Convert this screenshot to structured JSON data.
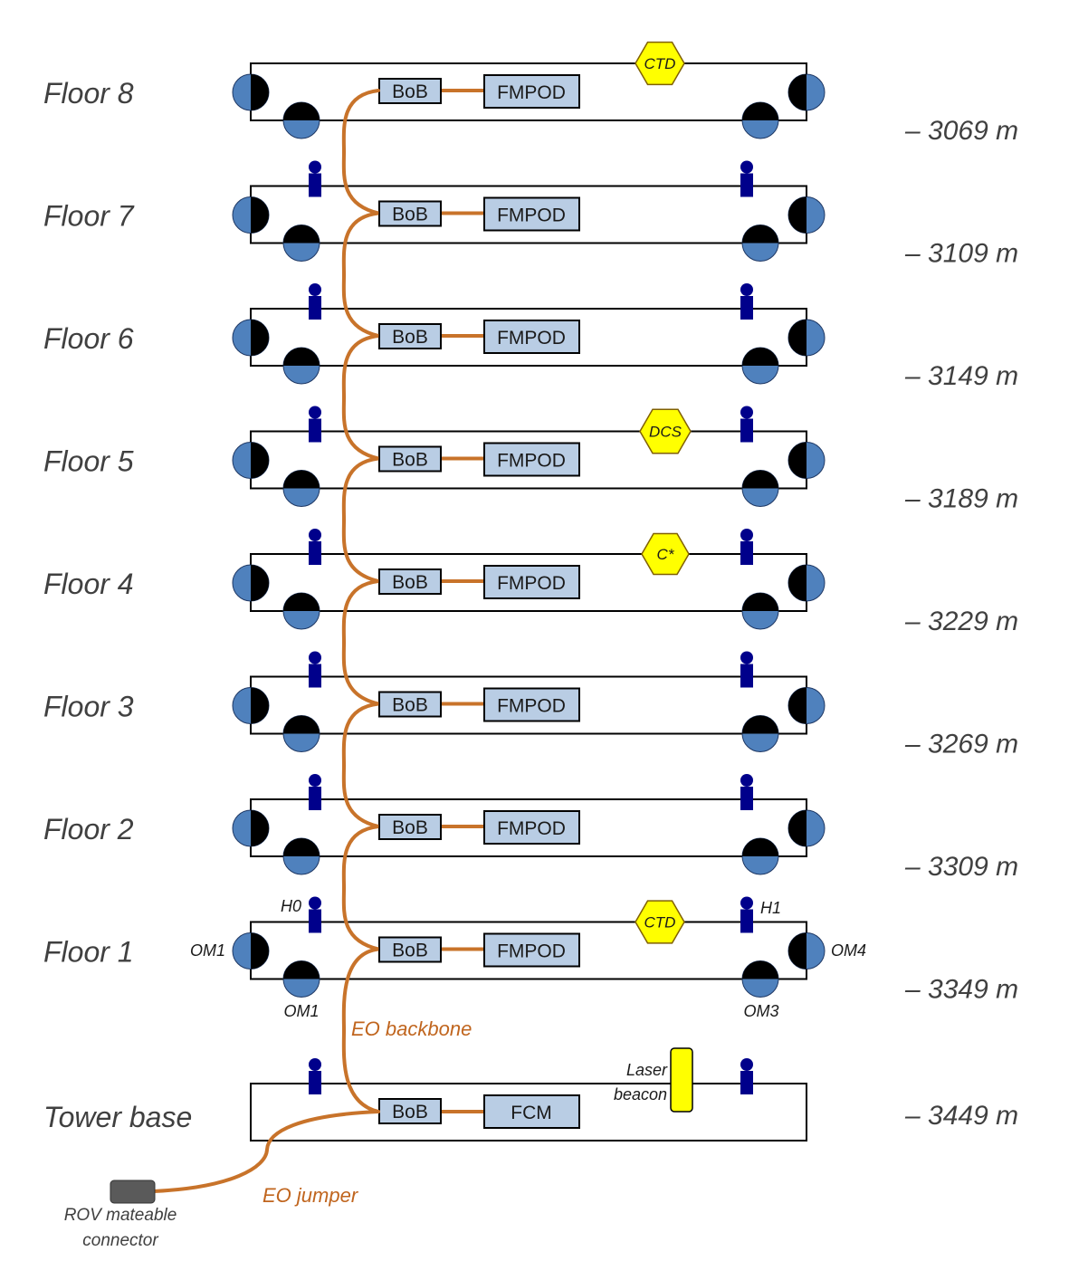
{
  "floors": [
    {
      "label": "Floor 8",
      "depth": "– 3069 m",
      "bob": "BoB",
      "module": "FMPOD",
      "hex": "CTD"
    },
    {
      "label": "Floor 7",
      "depth": "– 3109 m",
      "bob": "BoB",
      "module": "FMPOD",
      "hex": ""
    },
    {
      "label": "Floor 6",
      "depth": "– 3149 m",
      "bob": "BoB",
      "module": "FMPOD",
      "hex": ""
    },
    {
      "label": "Floor 5",
      "depth": "– 3189 m",
      "bob": "BoB",
      "module": "FMPOD",
      "hex": "DCS"
    },
    {
      "label": "Floor 4",
      "depth": "– 3229 m",
      "bob": "BoB",
      "module": "FMPOD",
      "hex": "C*"
    },
    {
      "label": "Floor 3",
      "depth": "– 3269 m",
      "bob": "BoB",
      "module": "FMPOD",
      "hex": ""
    },
    {
      "label": "Floor 2",
      "depth": "– 3309 m",
      "bob": "BoB",
      "module": "FMPOD",
      "hex": ""
    },
    {
      "label": "Floor 1",
      "depth": "– 3349 m",
      "bob": "BoB",
      "module": "FMPOD",
      "hex": "CTD"
    }
  ],
  "base": {
    "label": "Tower base",
    "depth": "– 3449 m",
    "bob": "BoB",
    "module": "FCM"
  },
  "annotations": {
    "h0": "H0",
    "h1": "H1",
    "om_left": "OM1",
    "om_right": "OM4",
    "om_bottom_left": "OM1",
    "om_bottom_right": "OM3",
    "eo_backbone": "EO backbone",
    "eo_jumper": "EO jumper",
    "laser_line1": "Laser",
    "laser_line2": "beacon",
    "rov_line1": "ROV mateable",
    "rov_line2": "connector"
  },
  "colors": {
    "cable": "#c8732a",
    "om_blue": "#4f81bd",
    "hydrophone": "#00008b",
    "sensor_yellow": "#ffff00",
    "box_fill": "#b9cde4"
  }
}
